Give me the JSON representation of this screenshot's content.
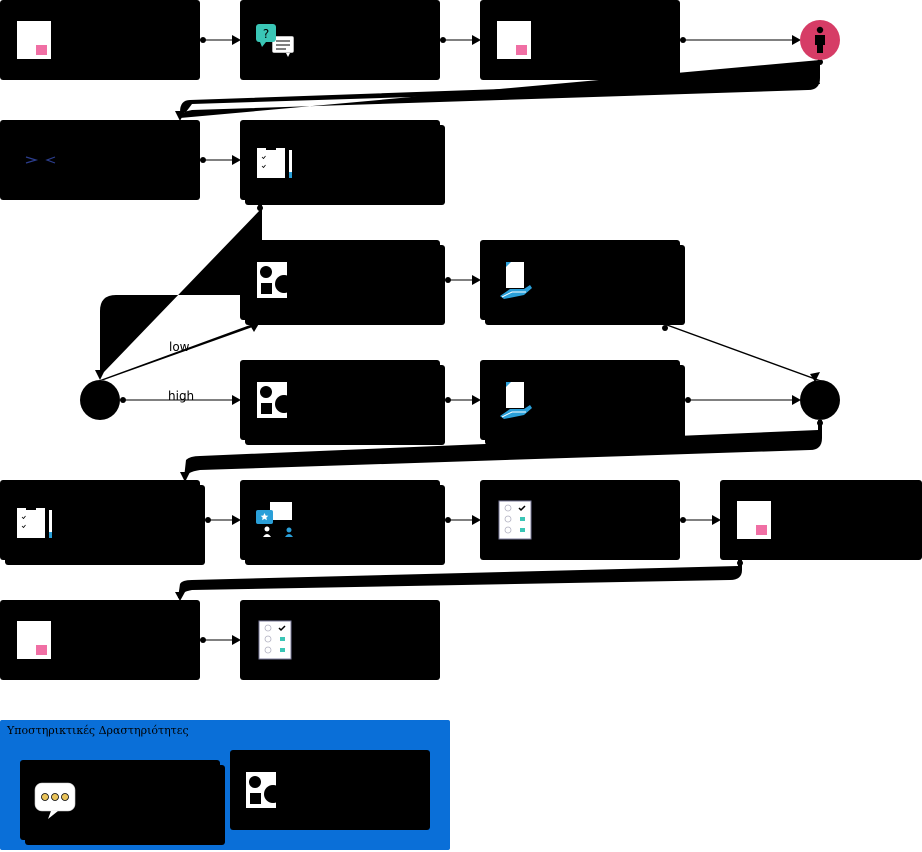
{
  "colors": {
    "canvas": "#ffffff",
    "node_fill": "#000000",
    "edge": "#000000",
    "support_group": "#0a6fd8",
    "icon_accent_pink": "#f06fa4",
    "icon_accent_teal": "#3ac6b6",
    "icon_accent_blue": "#2a9fd8",
    "person_event": "#d63c66"
  },
  "branches": {
    "low": "low",
    "high": "high"
  },
  "support_group": {
    "title": "Υποστηρικτικές Δραστηριότητες"
  },
  "icons": [
    "document-icon",
    "question-chat-icon",
    "person-event-icon",
    "code-brackets-icon",
    "clipboard-pencil-icon",
    "shapes-icon",
    "hand-document-icon",
    "team-chat-icon",
    "checklist-icon",
    "chat-bubble-icon"
  ]
}
